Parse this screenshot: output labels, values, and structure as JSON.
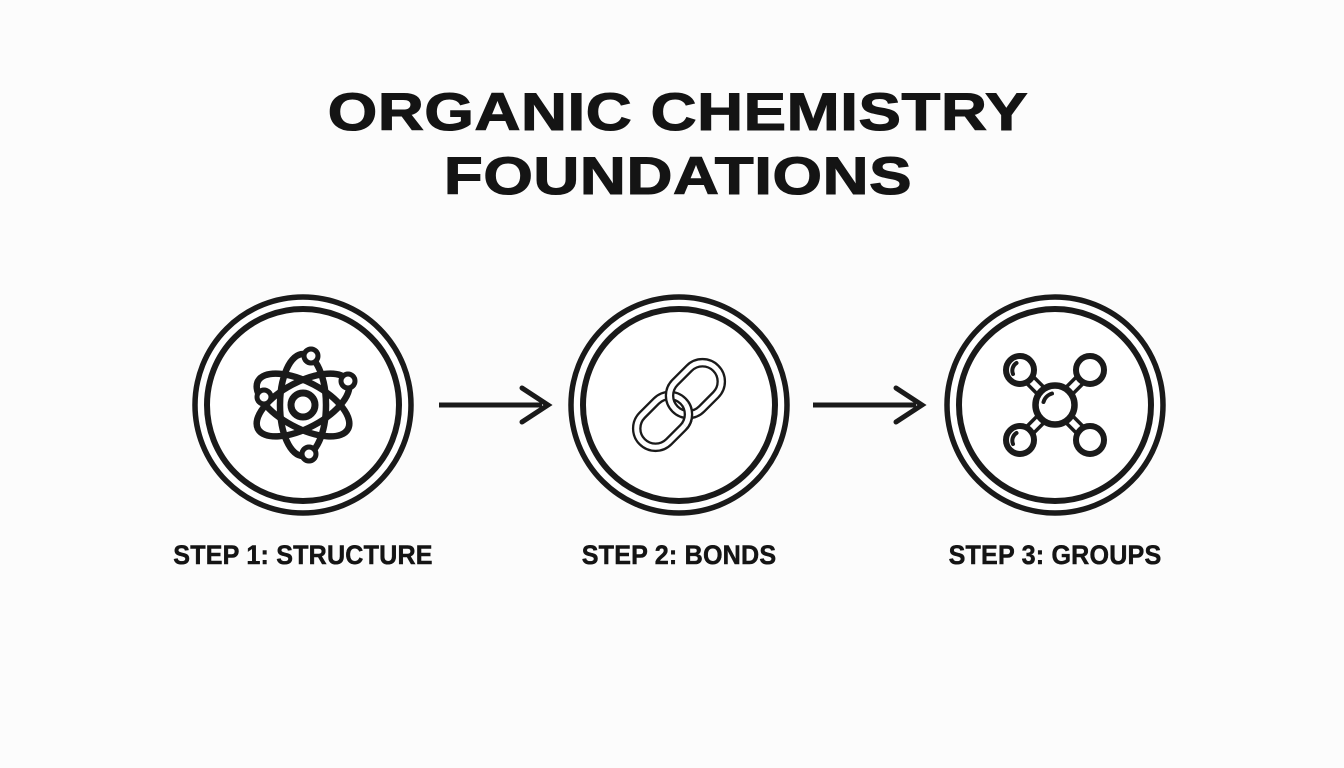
{
  "title": {
    "line1": "ORGANIC CHEMISTRY",
    "line2": "FOUNDATIONS"
  },
  "steps": [
    {
      "label": "STEP 1: STRUCTURE",
      "icon": "atom-icon"
    },
    {
      "label": "STEP 2: BONDS",
      "icon": "chain-link-icon"
    },
    {
      "label": "STEP 3: GROUPS",
      "icon": "molecule-icon"
    }
  ],
  "connectors": [
    {
      "type": "arrow-right"
    },
    {
      "type": "arrow-right"
    }
  ],
  "colors": {
    "background": "#fcfcfc",
    "line": "#1a1a1a",
    "text": "#141414",
    "icon_fill": "#ffffff"
  }
}
